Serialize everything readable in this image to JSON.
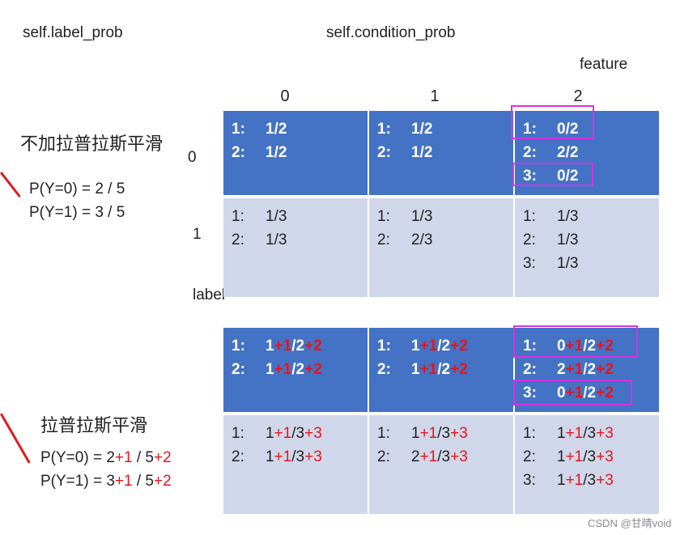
{
  "labels": {
    "label_prob": "self.label_prob",
    "condition_prob": "self.condition_prob",
    "feature": "feature",
    "label": "label",
    "col0": "0",
    "col1": "1",
    "col2": "2",
    "row0": "0",
    "row1": "1"
  },
  "section1": {
    "title": "不加拉普拉斯平滑",
    "p0": "P(Y=0) = 2 / 5",
    "p1": "P(Y=1) = 3 / 5"
  },
  "section2": {
    "title": "拉普拉斯平滑",
    "p0": {
      "a": "P(Y=0) = 2",
      "b": "+1",
      "c": " / 5",
      "d": "+2"
    },
    "p1": {
      "a": "P(Y=1) = 3",
      "b": "+1",
      "c": " / 5",
      "d": "+2"
    }
  },
  "table1": {
    "r0c0": [
      {
        "k": "1:",
        "v": "1/2"
      },
      {
        "k": "2:",
        "v": "1/2"
      }
    ],
    "r0c1": [
      {
        "k": "1:",
        "v": "1/2"
      },
      {
        "k": "2:",
        "v": "1/2"
      }
    ],
    "r0c2": [
      {
        "k": "1:",
        "v": "0/2"
      },
      {
        "k": "2:",
        "v": "2/2"
      },
      {
        "k": "3:",
        "v": "0/2"
      }
    ],
    "r1c0": [
      {
        "k": "1:",
        "v": "1/3"
      },
      {
        "k": "2:",
        "v": "1/3"
      }
    ],
    "r1c1": [
      {
        "k": "1:",
        "v": "1/3"
      },
      {
        "k": "2:",
        "v": "2/3"
      }
    ],
    "r1c2": [
      {
        "k": "1:",
        "v": "1/3"
      },
      {
        "k": "2:",
        "v": "1/3"
      },
      {
        "k": "3:",
        "v": "1/3"
      }
    ]
  },
  "table2": {
    "r0c0": [
      {
        "k": "1:",
        "n": "1",
        "a": "+1",
        "d": "/2",
        "b": "+2"
      },
      {
        "k": "2:",
        "n": "1",
        "a": "+1",
        "d": "/2",
        "b": "+2"
      }
    ],
    "r0c1": [
      {
        "k": "1:",
        "n": "1",
        "a": "+1",
        "d": "/2",
        "b": "+2"
      },
      {
        "k": "2:",
        "n": "1",
        "a": "+1",
        "d": "/2",
        "b": "+2"
      }
    ],
    "r0c2": [
      {
        "k": "1:",
        "n": "0",
        "a": "+1",
        "d": "/2",
        "b": "+2"
      },
      {
        "k": "2:",
        "n": "2",
        "a": "+1",
        "d": "/2",
        "b": "+2"
      },
      {
        "k": "3:",
        "n": "0",
        "a": "+1",
        "d": "/2",
        "b": "+2"
      }
    ],
    "r1c0": [
      {
        "k": "1:",
        "n": "1",
        "a": "+1",
        "d": "/3",
        "b": "+3"
      },
      {
        "k": "2:",
        "n": "1",
        "a": "+1",
        "d": "/3",
        "b": "+3"
      }
    ],
    "r1c1": [
      {
        "k": "1:",
        "n": "1",
        "a": "+1",
        "d": "/3",
        "b": "+3"
      },
      {
        "k": "2:",
        "n": "2",
        "a": "+1",
        "d": "/3",
        "b": "+3"
      }
    ],
    "r1c2": [
      {
        "k": "1:",
        "n": "1",
        "a": "+1",
        "d": "/3",
        "b": "+3"
      },
      {
        "k": "2:",
        "n": "1",
        "a": "+1",
        "d": "/3",
        "b": "+3"
      },
      {
        "k": "3:",
        "n": "1",
        "a": "+1",
        "d": "/3",
        "b": "+3"
      }
    ]
  },
  "watermark": "CSDN @甘晴void",
  "colors": {
    "header_cell": "#4472c4",
    "body_cell": "#d1d7ea",
    "highlight": "#d633e6",
    "increment": "#e8131b"
  }
}
